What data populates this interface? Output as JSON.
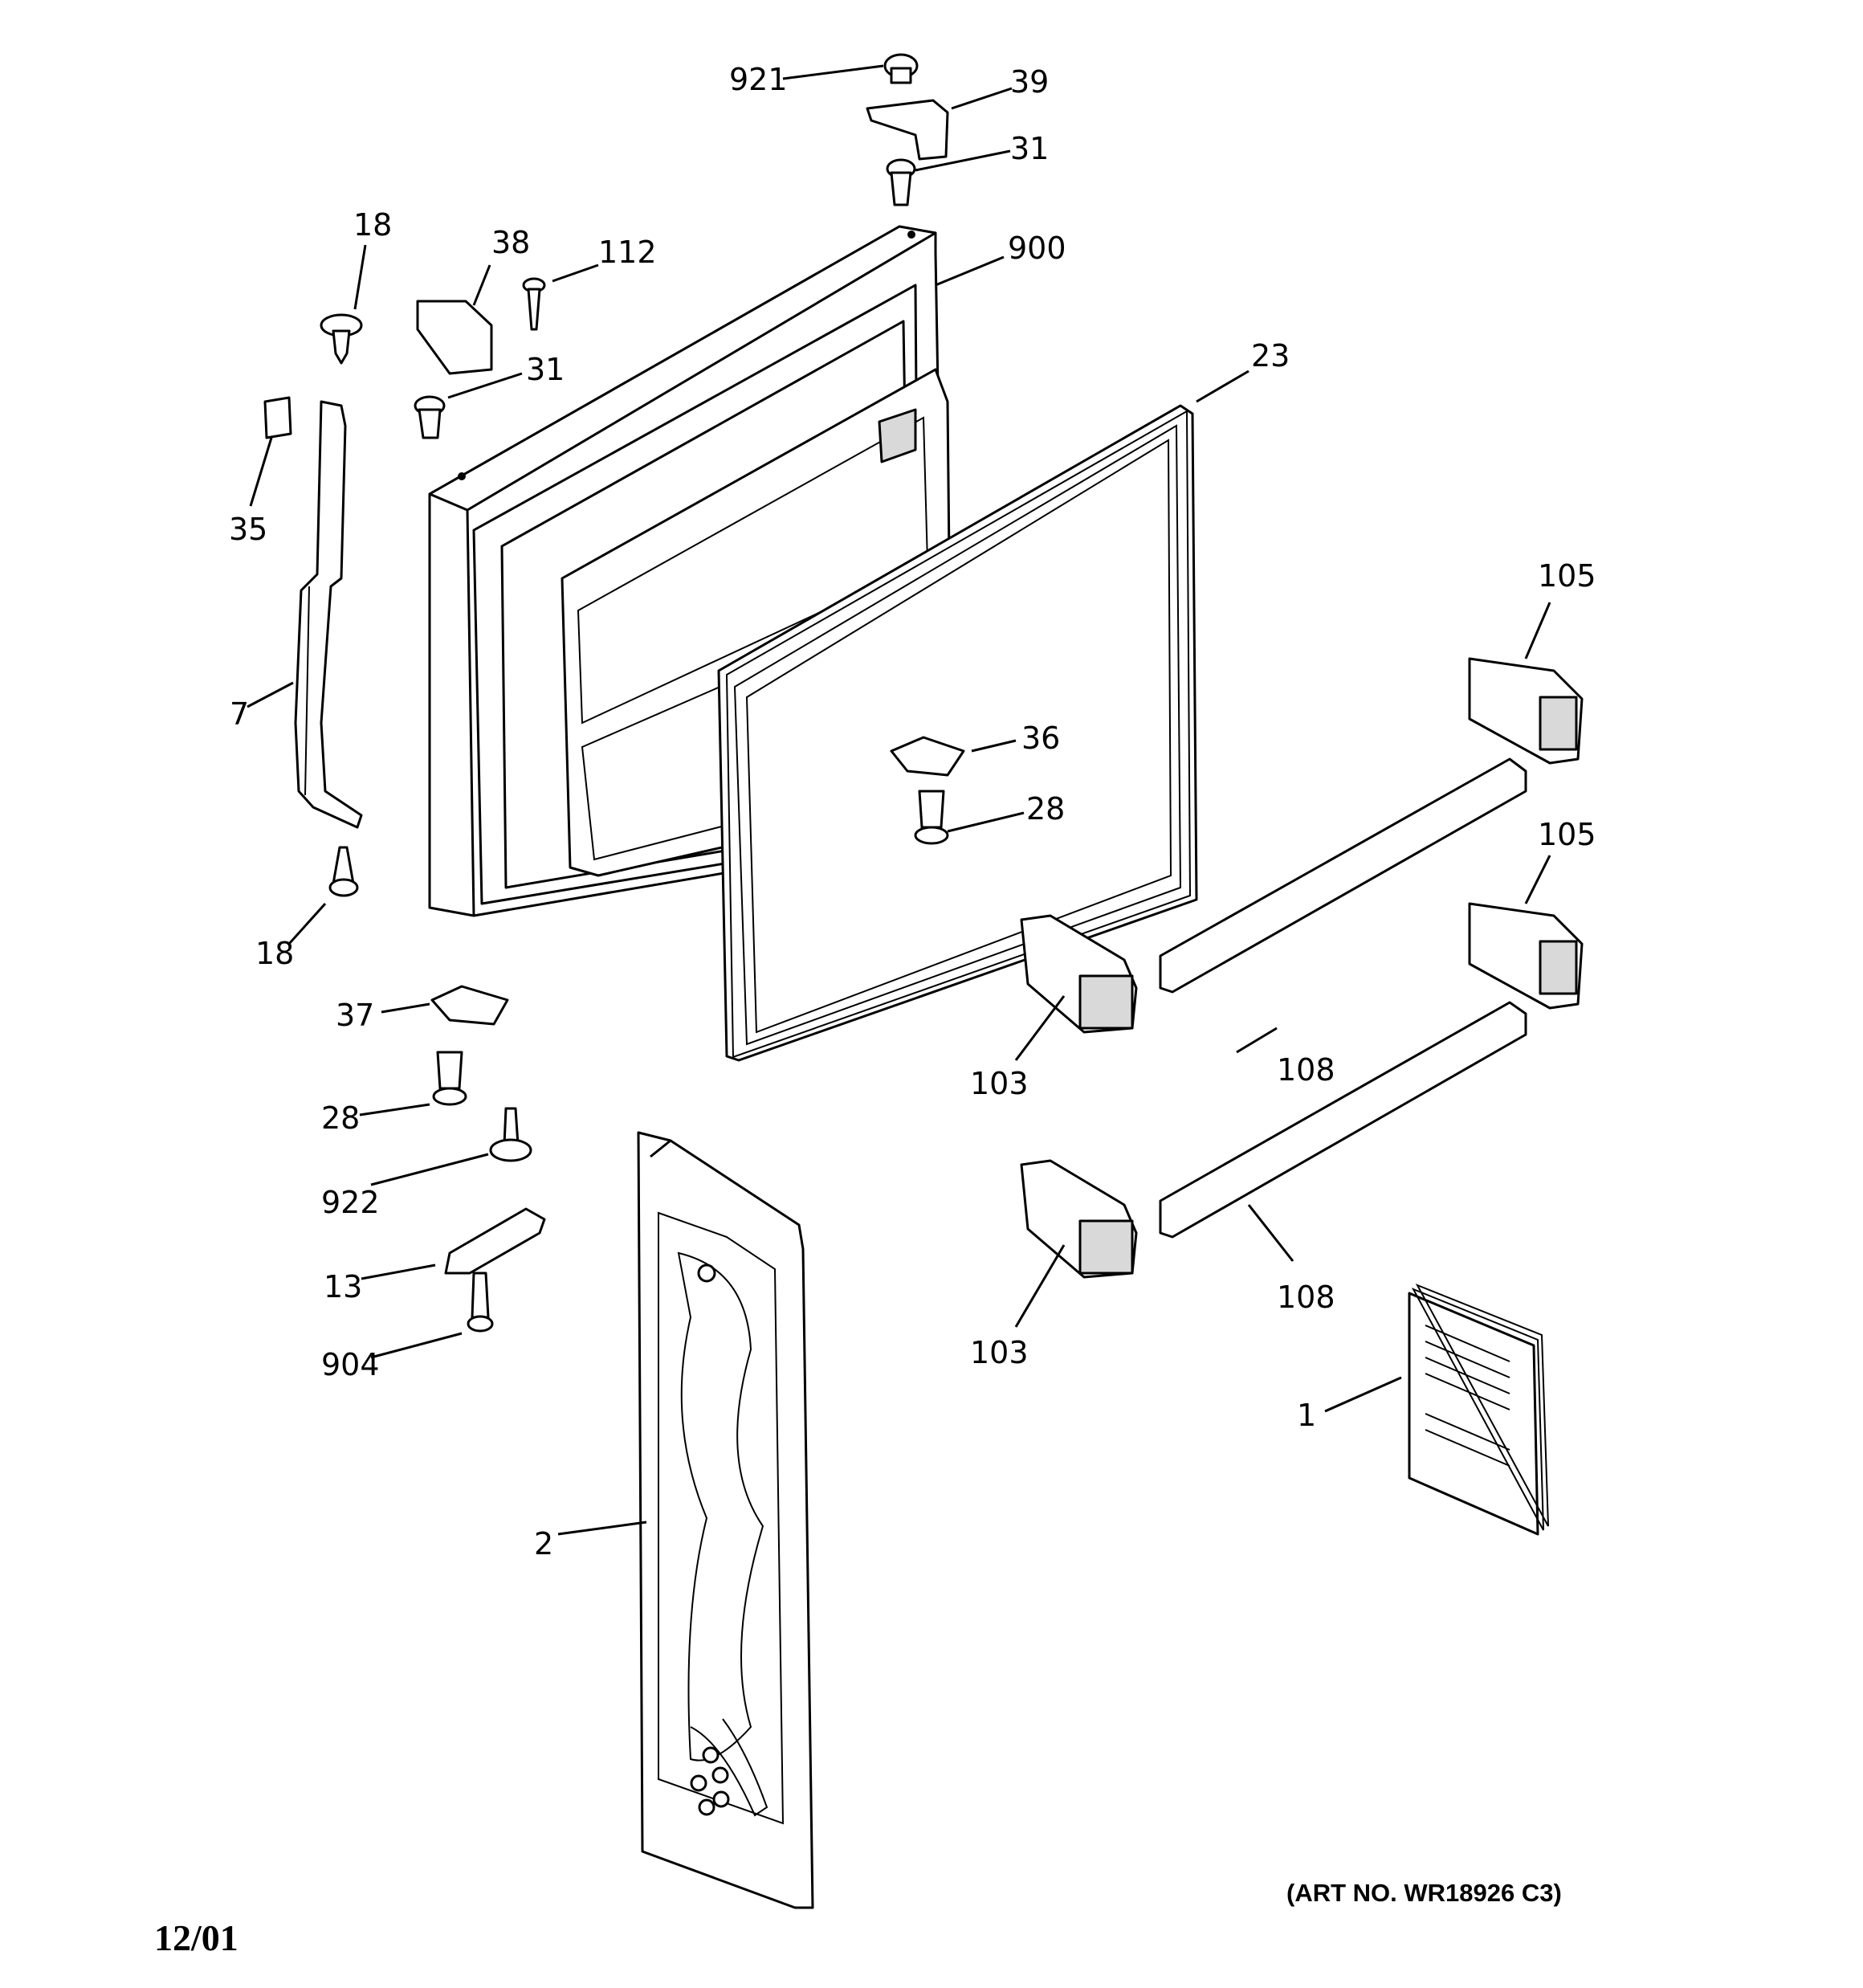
{
  "callouts": [
    {
      "id": "c921",
      "text": "921"
    },
    {
      "id": "c39",
      "text": "39"
    },
    {
      "id": "c31a",
      "text": "31"
    },
    {
      "id": "c900",
      "text": "900"
    },
    {
      "id": "c18a",
      "text": "18"
    },
    {
      "id": "c38",
      "text": "38"
    },
    {
      "id": "c112",
      "text": "112"
    },
    {
      "id": "c31b",
      "text": "31"
    },
    {
      "id": "c23",
      "text": "23"
    },
    {
      "id": "c35",
      "text": "35"
    },
    {
      "id": "c105a",
      "text": "105"
    },
    {
      "id": "c7",
      "text": "7"
    },
    {
      "id": "c36",
      "text": "36"
    },
    {
      "id": "c28a",
      "text": "28"
    },
    {
      "id": "c105b",
      "text": "105"
    },
    {
      "id": "c18b",
      "text": "18"
    },
    {
      "id": "c37",
      "text": "37"
    },
    {
      "id": "c103a",
      "text": "103"
    },
    {
      "id": "c108a",
      "text": "108"
    },
    {
      "id": "c28b",
      "text": "28"
    },
    {
      "id": "c922",
      "text": "922"
    },
    {
      "id": "c13",
      "text": "13"
    },
    {
      "id": "c108b",
      "text": "108"
    },
    {
      "id": "c904",
      "text": "904"
    },
    {
      "id": "c103b",
      "text": "103"
    },
    {
      "id": "c1",
      "text": "1"
    },
    {
      "id": "c2",
      "text": "2"
    }
  ],
  "art_number": "(ART NO. WR18926 C3)",
  "date_code": "12/01"
}
